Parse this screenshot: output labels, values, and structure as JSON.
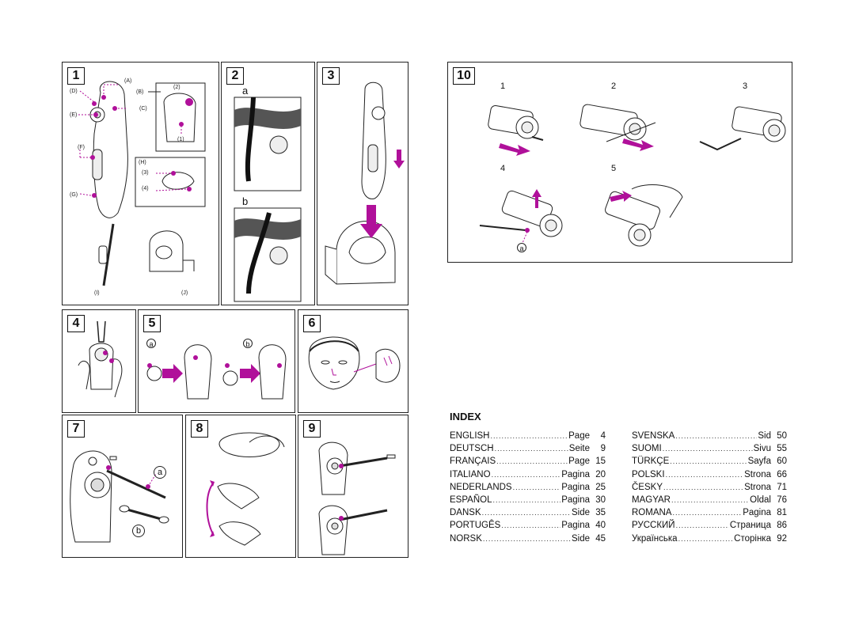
{
  "panels": {
    "p1": "1",
    "p2": "2",
    "p3": "3",
    "p4": "4",
    "p5": "5",
    "p6": "6",
    "p7": "7",
    "p8": "8",
    "p9": "9",
    "p10": "10"
  },
  "panel1_labels": {
    "A": "(A)",
    "B": "(B)",
    "C": "(C)",
    "D": "(D)",
    "E": "(E)",
    "F": "(F)",
    "G": "(G)",
    "H": "(H)",
    "I": "(I)",
    "J": "(J)",
    "n1": "(1)",
    "n2": "(2)",
    "n3": "(3)",
    "n4": "(4)"
  },
  "panel2_labels": {
    "a": "a",
    "b": "b"
  },
  "panel5_labels": {
    "a": "a",
    "b": "b"
  },
  "panel7_labels": {
    "a": "a",
    "b": "b"
  },
  "panel10_labels": {
    "s1": "1",
    "s2": "2",
    "s3": "3",
    "s4": "4",
    "s5": "5",
    "a": "a"
  },
  "colors": {
    "accent": "#b0109a",
    "line": "#222222"
  },
  "index": {
    "title": "INDEX",
    "left": [
      {
        "lang": "ENGLISH",
        "word": "Page",
        "num": "4"
      },
      {
        "lang": "DEUTSCH",
        "word": "Seite",
        "num": "9"
      },
      {
        "lang": "FRANÇAIS",
        "word": "Page",
        "num": "15"
      },
      {
        "lang": "ITALIANO",
        "word": "Pagina",
        "num": "20"
      },
      {
        "lang": "NEDERLANDS",
        "word": "Pagina",
        "num": "25"
      },
      {
        "lang": "ESPAÑOL",
        "word": "Pagina",
        "num": "30"
      },
      {
        "lang": "DANSK",
        "word": "Side",
        "num": "35"
      },
      {
        "lang": "PORTUGÊS",
        "word": "Pagina",
        "num": "40"
      },
      {
        "lang": "NORSK",
        "word": "Side",
        "num": "45"
      }
    ],
    "right": [
      {
        "lang": "SVENSKA",
        "word": "Sid",
        "num": "50"
      },
      {
        "lang": "SUOMI",
        "word": "Sivu",
        "num": "55"
      },
      {
        "lang": "TÜRKÇE",
        "word": "Sayfa",
        "num": "60"
      },
      {
        "lang": "POLSKI",
        "word": "Strona",
        "num": "66"
      },
      {
        "lang": "ČESKY",
        "word": "Strona",
        "num": "71"
      },
      {
        "lang": "MAGYAR",
        "word": "Oldal",
        "num": "76"
      },
      {
        "lang": "ROMANA",
        "word": "Pagina",
        "num": "81"
      },
      {
        "lang": "РУССКИЙ",
        "word": "Страница",
        "num": "86"
      },
      {
        "lang": "Українська",
        "word": "Сторінка",
        "num": "92"
      }
    ]
  }
}
